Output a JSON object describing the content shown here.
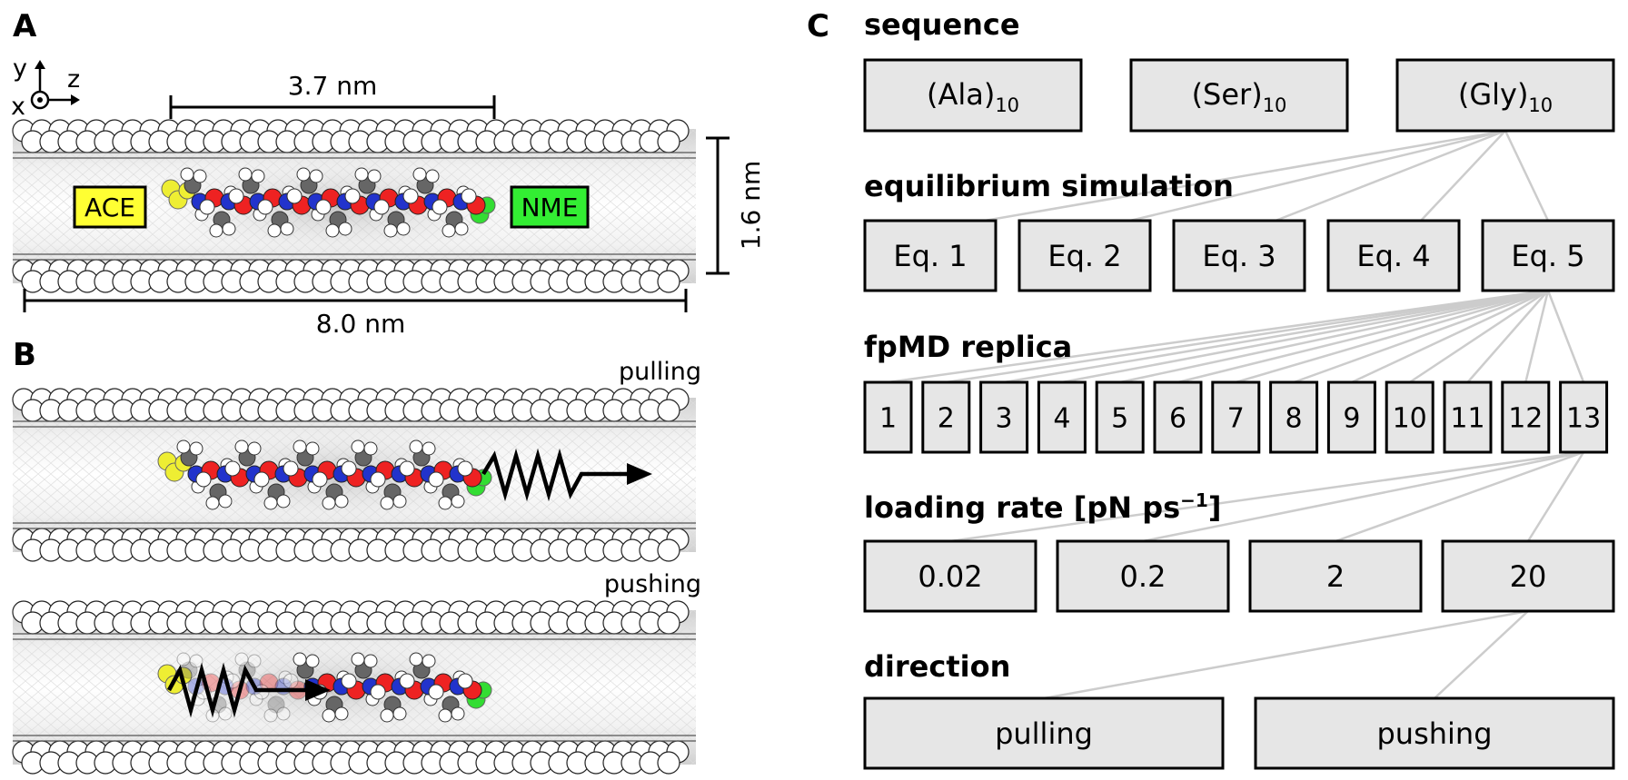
{
  "panelA": {
    "letter": "A",
    "axes": {
      "y": "y",
      "z": "z",
      "x": "x"
    },
    "dim_top": "3.7 nm",
    "dim_side": "1.6 nm",
    "dim_bottom": "8.0 nm",
    "cap_left": "ACE",
    "cap_right": "NME",
    "cap_left_color": "#ffff33",
    "cap_right_color": "#33ee33"
  },
  "panelB": {
    "letter": "B",
    "label_pulling": "pulling",
    "label_pushing": "pushing"
  },
  "panelC": {
    "letter": "C",
    "sections": {
      "sequence": "sequence",
      "equilibrium": "equilibrium simulation",
      "replica": "fpMD replica",
      "loading": "loading rate [pN ps",
      "loading_sup": "−1",
      "loading_close": "]",
      "direction": "direction"
    },
    "sequence": [
      {
        "base": "(Ala)",
        "sub": "10"
      },
      {
        "base": "(Ser)",
        "sub": "10"
      },
      {
        "base": "(Gly)",
        "sub": "10"
      }
    ],
    "equilibrium": [
      "Eq. 1",
      "Eq. 2",
      "Eq. 3",
      "Eq. 4",
      "Eq. 5"
    ],
    "replicas": [
      "1",
      "2",
      "3",
      "4",
      "5",
      "6",
      "7",
      "8",
      "9",
      "10",
      "11",
      "12",
      "13"
    ],
    "loading_rates": [
      "0.02",
      "0.2",
      "2",
      "20"
    ],
    "directions": [
      "pulling",
      "pushing"
    ],
    "box_fill": "#e6e6e6",
    "line_color": "#cccccc"
  },
  "colors": {
    "oxygen": "#ee2222",
    "nitrogen": "#2233cc",
    "carbon": "#666666",
    "hydrogen": "#ffffff",
    "sulfur_cap": "#eeee33",
    "nme_cap": "#33dd33"
  }
}
